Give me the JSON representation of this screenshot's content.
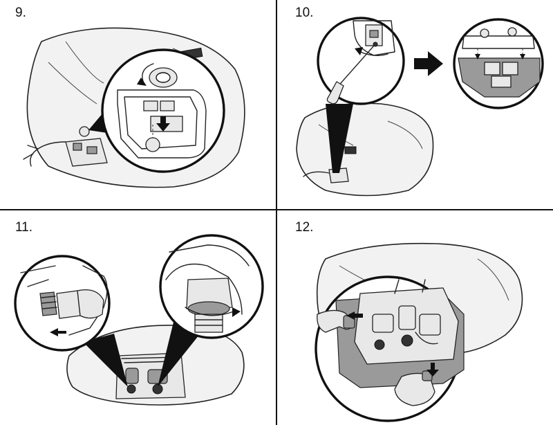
{
  "steps": [
    {
      "label": "9.",
      "name": "step-9"
    },
    {
      "label": "10.",
      "name": "step-10"
    },
    {
      "label": "11.",
      "name": "step-11"
    },
    {
      "label": "12.",
      "name": "step-12"
    }
  ]
}
